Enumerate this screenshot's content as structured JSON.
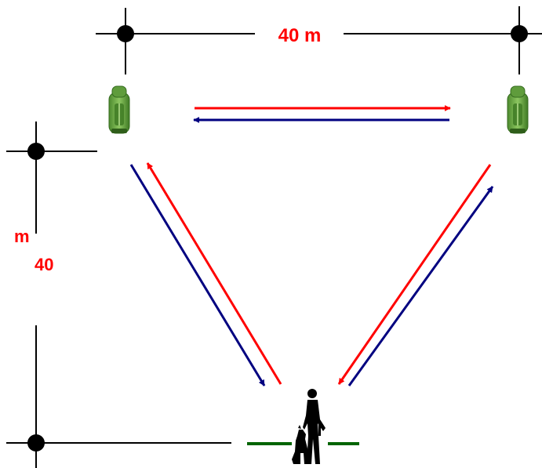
{
  "distance_labels": {
    "top_value": "40 m",
    "left_unit": "m",
    "left_value": "40"
  },
  "icons": {
    "left_pack": "backpack-icon",
    "right_pack": "backpack-icon",
    "handler": "person-icon",
    "dog": "dog-icon"
  },
  "colors": {
    "outbound_arrow": "#ff0000",
    "return_arrow": "#000080",
    "start_line": "#006400",
    "label": "#ff0000",
    "axes": "#000000",
    "pack": "#6aa844"
  }
}
